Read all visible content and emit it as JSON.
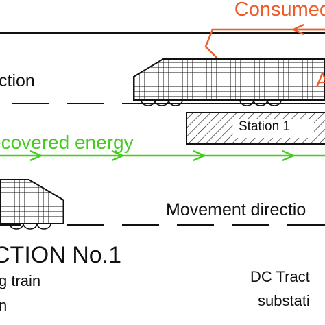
{
  "labels": {
    "consumed": "Consumed",
    "red_partial": "A",
    "direction_top": "ction",
    "recovered_energy": "ecovered energy",
    "station": "Station 1",
    "movement_direction": "Movement directio",
    "section_title": "CTION No.1",
    "legend_line1": "g train",
    "legend_line2": "n",
    "substation_line1": "DC Tract",
    "substation_line2": "substati"
  },
  "colors": {
    "consumed_energy": "#ee5a28",
    "recovered_energy": "#44cc1e",
    "line": "#111111"
  }
}
